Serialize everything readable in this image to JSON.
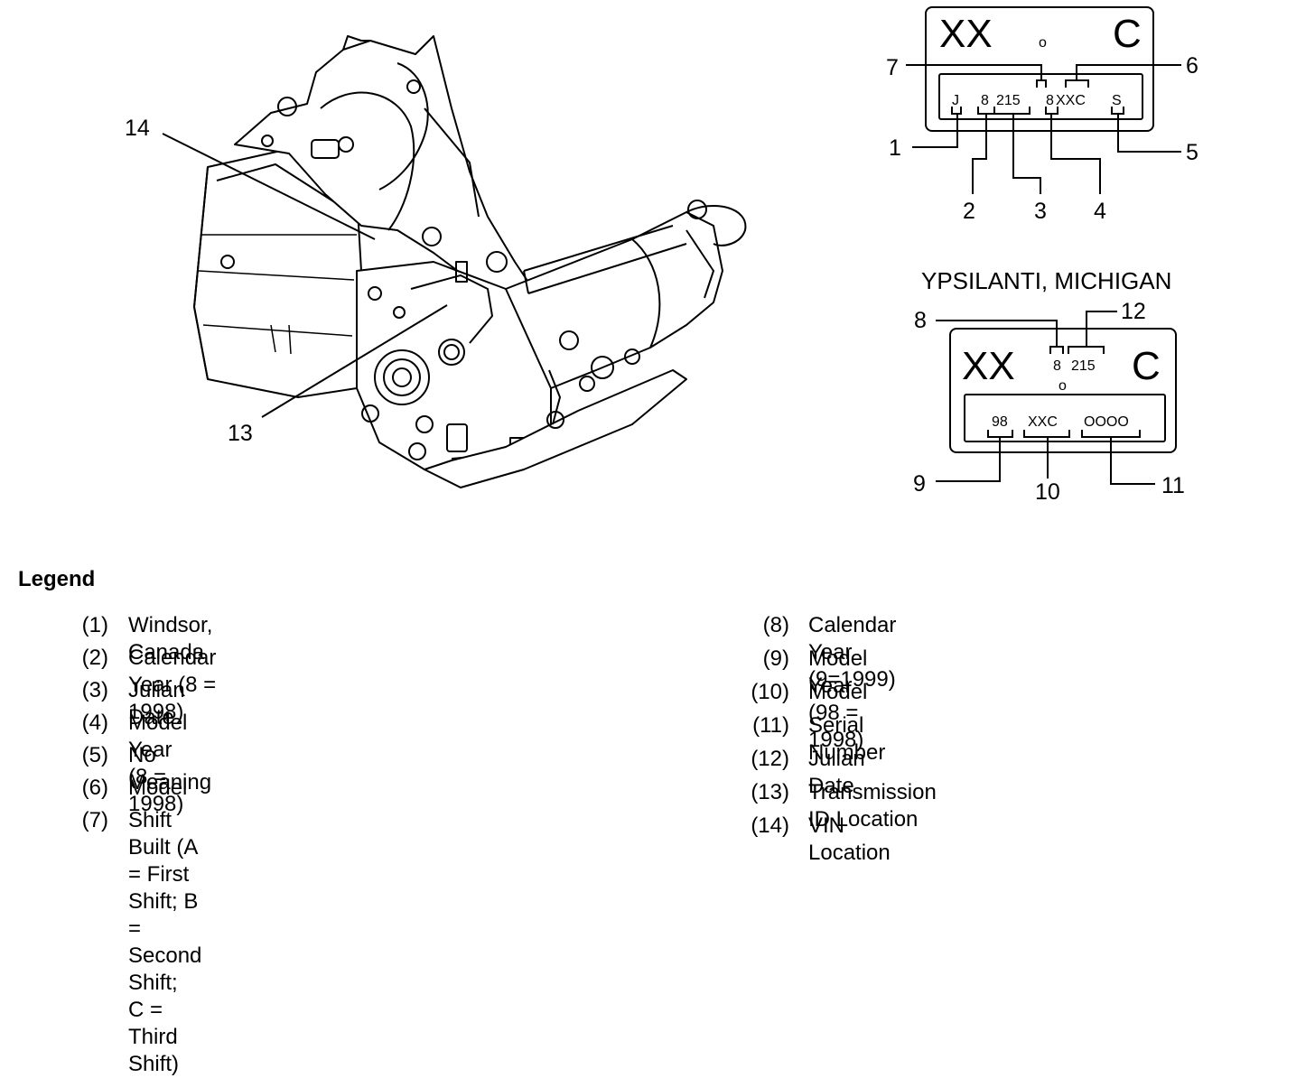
{
  "transmission": {
    "callouts": {
      "c14": "14",
      "c13": "13"
    }
  },
  "label_top": {
    "big_left": "XX",
    "dot": "o",
    "big_right": "C",
    "codes": {
      "j": "J",
      "year": "8",
      "julian": "215",
      "model_year": "8",
      "model": "XXC",
      "s": "S"
    },
    "callouts": {
      "c1": "1",
      "c2": "2",
      "c3": "3",
      "c4": "4",
      "c5": "5",
      "c6": "6",
      "c7": "7"
    }
  },
  "label_bottom": {
    "title": "YPSILANTI, MICHIGAN",
    "big_left": "XX",
    "dot": "o",
    "big_right": "C",
    "codes": {
      "year": "8",
      "julian": "215",
      "model_year": "98",
      "model": "XXC",
      "serial": "OOOO"
    },
    "callouts": {
      "c8": "8",
      "c9": "9",
      "c10": "10",
      "c11": "11",
      "c12": "12"
    }
  },
  "legend": {
    "heading": "Legend",
    "left": [
      {
        "num": "(1)",
        "text": "Windsor, Canada"
      },
      {
        "num": "(2)",
        "text": "Calendar Year (8 = 1998)"
      },
      {
        "num": "(3)",
        "text": "Julian Date"
      },
      {
        "num": "(4)",
        "text": "Model Year (8 = 1998)"
      },
      {
        "num": "(5)",
        "text": "No Meaning"
      },
      {
        "num": "(6)",
        "text": "Model"
      },
      {
        "num": "(7)",
        "text": "Shift Built (A = First Shift; B = Second Shift;\nC = Third Shift)"
      }
    ],
    "right": [
      {
        "num": "(8)",
        "text": "Calendar Year (9=1999)"
      },
      {
        "num": "(9)",
        "text": "Model Year (98 = 1998)"
      },
      {
        "num": "(10)",
        "text": "Model"
      },
      {
        "num": "(11)",
        "text": "Serial Number"
      },
      {
        "num": "(12)",
        "text": "Julian Date"
      },
      {
        "num": "(13)",
        "text": "Transmission ID Location"
      },
      {
        "num": "(14)",
        "text": "VIN Location"
      }
    ]
  }
}
